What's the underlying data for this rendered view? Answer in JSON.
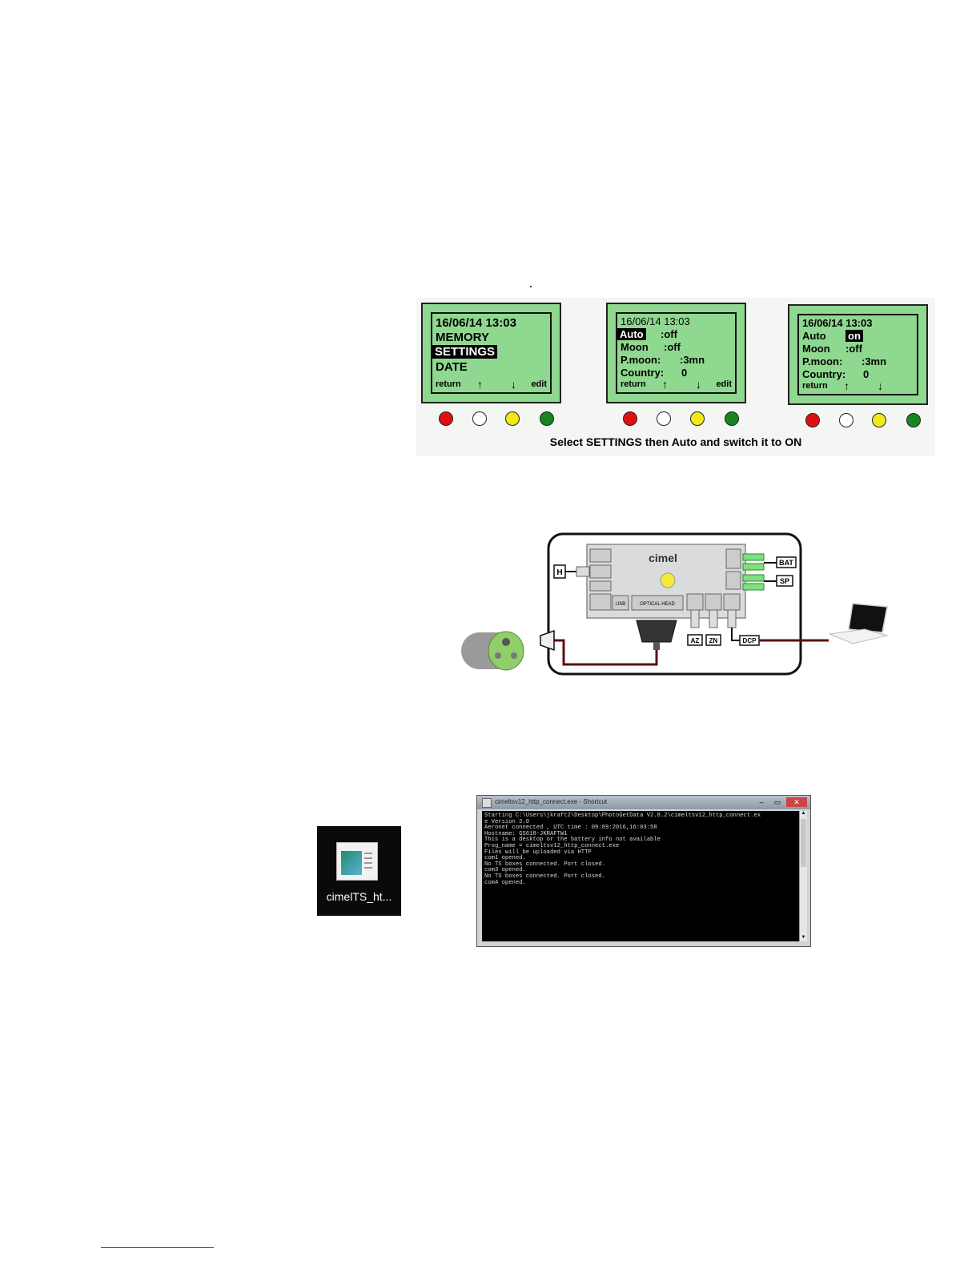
{
  "figure1": {
    "screens": [
      {
        "lines": [
          "16/06/14  13:03",
          "MEMORY",
          "SETTINGS",
          "DATE"
        ],
        "highlight": "SETTINGS",
        "softkeys": {
          "left": "return",
          "up": "↑",
          "down": "↓",
          "right": "edit"
        }
      },
      {
        "lines": [
          {
            "label": "16/06/14  13:03",
            "value": ""
          },
          {
            "label": "Auto",
            "value": ":off"
          },
          {
            "label": "Moon",
            "value": ":off"
          },
          {
            "label": "P.moon:",
            "value": ":3mn"
          },
          {
            "label": "Country:",
            "value": "0"
          }
        ],
        "softkeys": {
          "left": "return",
          "up": "↑",
          "down": "↓",
          "right": "edit"
        }
      },
      {
        "lines": [
          {
            "label": "16/06/14  13:03",
            "value": ""
          },
          {
            "label": "Auto",
            "value": "on"
          },
          {
            "label": "Moon",
            "value": ":off"
          },
          {
            "label": "P.moon:",
            "value": ":3mn"
          },
          {
            "label": "Country:",
            "value": "0"
          }
        ],
        "softkeys": {
          "left": "return",
          "up": "↑",
          "down": "↓"
        }
      }
    ],
    "led_colors": [
      "#e01010",
      "#ffffff",
      "#f3e81a",
      "#16861e"
    ],
    "caption": "Select SETTINGS then Auto and switch it to ON"
  },
  "figure2": {
    "brand": "cimel",
    "ports": {
      "h": "H",
      "bat": "BAT",
      "sp": "SP",
      "az": "AZ",
      "zn": "ZN",
      "dcp": "DCP",
      "usb": "USB",
      "optical": "OPTICAL HEAD"
    }
  },
  "figure3": {
    "icon_label": "cimelTS_ht...",
    "window_title": "cimeltsv12_http_connect.exe - Shortcut",
    "console_lines": [
      "Starting C:\\Users\\jkraft2\\Desktop\\PhotoGetData V2.8.2\\cimeltsv12_http_connect.ex",
      "e Version 2.0",
      "Aeronet connected , UTC time : 09:09:2016,16:03:58",
      "Hostname: GS618-JKRAFTW1",
      "This is a desktop or the battery info not available",
      "Prog_name = cimeltsv12_http_connect.exe",
      "Files will be uploaded via HTTP",
      "com1 opened.",
      "No TS boxes connected. Port closed.",
      "com3 opened.",
      "No TS boxes connected. Port closed.",
      "com4 opened."
    ]
  }
}
